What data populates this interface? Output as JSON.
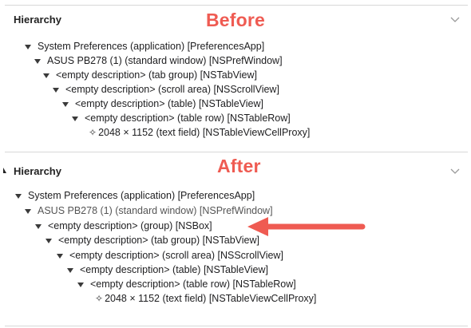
{
  "before_panel": {
    "stamp": "Before",
    "title": "Hierarchy",
    "rows": [
      "System Preferences (application) [PreferencesApp]",
      "ASUS PB278 (1) (standard window) [NSPrefWindow]",
      "<empty description> (tab group) [NSTabView]",
      "<empty description> (scroll area) [NSScrollView]",
      "<empty description> (table) [NSTableView]",
      "<empty description> (table row) [NSTableRow]",
      "2048 × 1152 (text field) [NSTableViewCellProxy]"
    ]
  },
  "after_panel": {
    "stamp": "After",
    "title": "Hierarchy",
    "rows": [
      "System Preferences (application) [PreferencesApp]",
      "ASUS PB278 (1) (standard window) [NSPrefWindow]",
      "<empty description> (group) [NSBox]",
      "<empty description> (tab group) [NSTabView]",
      "<empty description> (scroll area) [NSScrollView]",
      "<empty description> (table) [NSTableView]",
      "<empty description> (table row) [NSTableRow]",
      "2048 × 1152 (text field) [NSTableViewCellProxy]"
    ]
  },
  "colors": {
    "stamp": "#ef5b52",
    "arrow": "#ef5b52",
    "divider": "#d8d8d8"
  },
  "icons": {
    "expanded": "disclosure-triangle-down",
    "leaf": "leaf-node-marker",
    "collapse": "chevron-down"
  }
}
